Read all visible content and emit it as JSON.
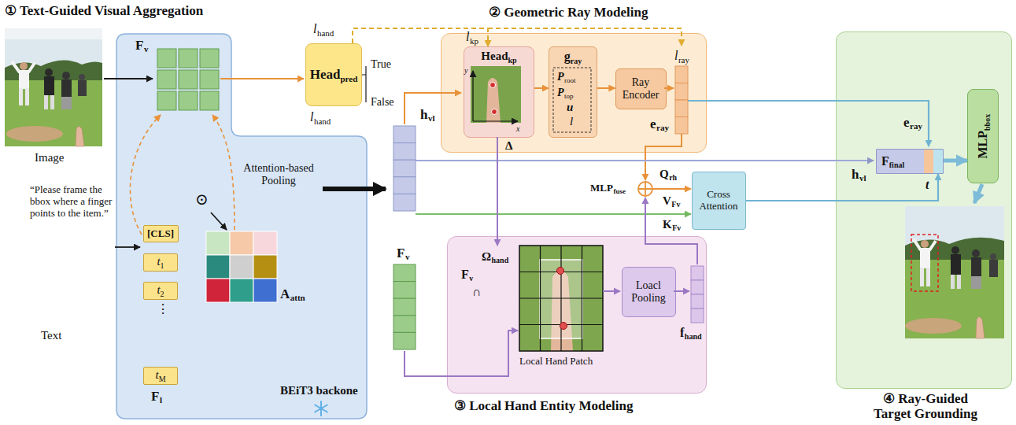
{
  "diagram": {
    "nodes": [
      {
        "text": [
          "① Text-Guided Visual Aggregation"
        ]
      },
      {
        "text": [
          "Head",
          "pred"
        ]
      },
      {
        "text": [
          "[CLS]"
        ],
        "in": 0
      },
      {
        "text": [
          "t",
          "1"
        ],
        "in": 0
      },
      {
        "text": [
          "t",
          "2"
        ],
        "in": 0
      },
      {
        "text": [
          "t",
          "M"
        ],
        "in": 0
      },
      {
        "text": [
          "② Geometric Ray Modeling"
        ]
      },
      {
        "text": [
          "Head",
          "kp"
        ],
        "in": 6
      },
      {
        "text": [
          "g",
          "ray"
        ],
        "in": 6
      },
      {
        "text": [
          "Ray Encoder"
        ],
        "in": 6
      },
      {
        "text": [
          "Cross Attention"
        ]
      },
      {
        "text": [
          "③ Local Hand Entity Modeling"
        ]
      },
      {
        "text": [
          "Loacl Pooling"
        ],
        "in": 11
      },
      {
        "text": [
          "④ Ray-Guided Target Grounding"
        ]
      },
      {
        "text": [
          "F",
          "final"
        ],
        "in": 13
      },
      {
        "text": [
          "MLP",
          "bbox"
        ],
        "in": 13
      }
    ],
    "edges": [
      {
        "from": 1,
        "to": 7,
        "arrow": "to"
      },
      {
        "from": 7,
        "to": 8,
        "arrow": "to"
      },
      {
        "from": 8,
        "to": 9,
        "arrow": "to"
      },
      {
        "from": 10,
        "to": 14,
        "arrow": "to",
        "label": "t"
      },
      {
        "from": 14,
        "to": 15,
        "arrow": "to"
      }
    ],
    "labels": [
      "Image",
      "“Please frame the bbox where a finger points to the item.”",
      "Text",
      "F",
      "v",
      "l",
      "hand",
      "True",
      "False",
      "l",
      "hand",
      "⋮",
      "F",
      "l",
      "A",
      "attn",
      "⊙",
      "Attention-based Pooling",
      "BEiT3 backone",
      "h",
      "vl",
      "F",
      "v",
      "l",
      "kp",
      "y",
      "x",
      "Δ⃗",
      "P",
      "root",
      "P",
      "top",
      "u⃗",
      "l",
      "l",
      "ray",
      "e",
      "ray",
      "MLP",
      "fuse",
      "Q",
      "rh",
      "V",
      "Fv",
      "K",
      "Fv",
      "Ω",
      "hand",
      "F",
      "v",
      "∩",
      "Local Hand Patch",
      "f",
      "hand",
      "e",
      "ray",
      "h",
      "vl"
    ]
  }
}
